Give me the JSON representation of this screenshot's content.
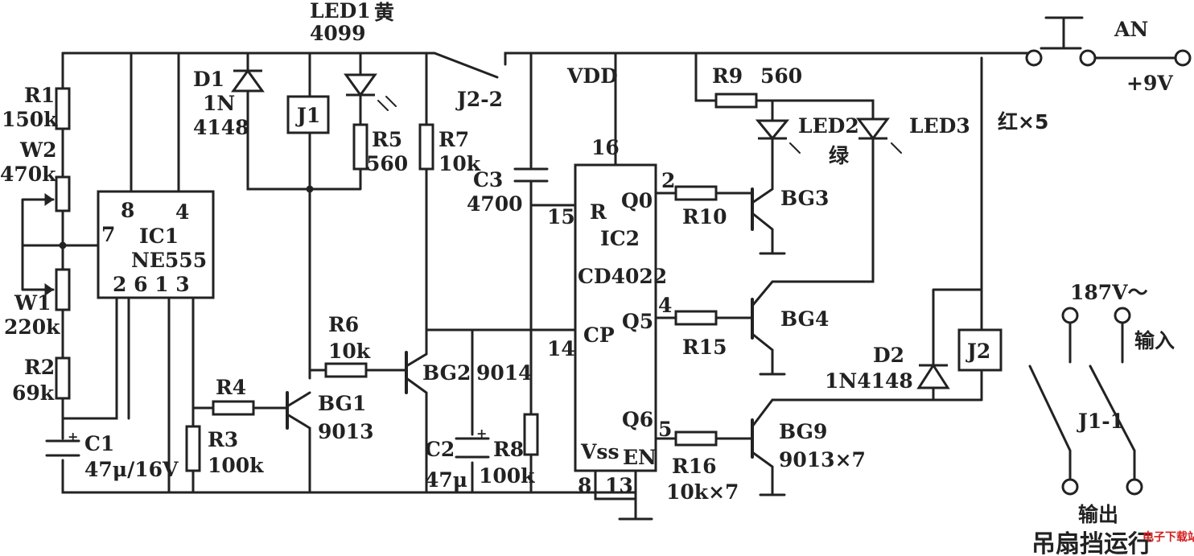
{
  "labels": {
    "led1": "LED1",
    "led1_color": "黄",
    "led1_part": "4099",
    "an": "AN",
    "vdd": "VDD",
    "r9": "R9",
    "r9_val": "560",
    "plus9v": "+9V",
    "d1": "D1",
    "d1_a": "1N",
    "d1_b": "4148",
    "j1": "J1",
    "j2_2": "J2-2",
    "r1": "R1",
    "r1_val": "150k",
    "w2": "W2",
    "w2_val": "470k",
    "r5": "R5",
    "r5_val": "560",
    "r7": "R7",
    "r7_val": "10k",
    "pin16": "16",
    "led2": "LED2",
    "led2_color": "绿",
    "led3": "LED3",
    "red5": "红×5",
    "c3": "C3",
    "c3_val": "4700",
    "pin8_ic1": "8",
    "pin4_ic1": "4",
    "pin7_ic1": "7",
    "ic1": "IC1",
    "ic1_part": "NE555",
    "ic1_bottom_pins": "2 6 1 3",
    "pin15": "15",
    "pin_r": "R",
    "q0": "Q0",
    "pin2_ic2": "2",
    "r10": "R10",
    "bg3": "BG3",
    "ic2": "IC2",
    "ic2_part": "CD4022",
    "w1": "W1",
    "w1_val": "220k",
    "r6": "R6",
    "r6_val": "10k",
    "bg2": "BG2",
    "bg2_part": "9014",
    "pin14": "14",
    "pin_cp": "CP",
    "q5": "Q5",
    "pin4_ic2": "4",
    "r15": "R15",
    "bg4": "BG4",
    "v187": "187V～",
    "input": "输入",
    "r2": "R2",
    "r2_val": "69k",
    "r4": "R4",
    "bg1": "BG1",
    "bg1_part": "9013",
    "d2": "D2",
    "d2_part": "1N4148",
    "j2": "J2",
    "q6": "Q6",
    "pin5_ic2": "5",
    "bg9": "BG9",
    "bg9_part": "9013×7",
    "r3": "R3",
    "r3_val": "100k",
    "c1": "C1",
    "c1_val": "47μ/16V",
    "c2": "C2",
    "c2_val": "47μ",
    "r8": "R8",
    "r8_val": "100k",
    "vss": "Vss",
    "en": "EN",
    "pin8_ic2": "8",
    "pin13_ic2": "13",
    "r16": "R16",
    "r16_val": "10k×7",
    "j1_1": "J1-1",
    "output": "输出",
    "caption": "吊扇挡运行",
    "watermark": "电子下载站"
  },
  "colors": {
    "ink": "#222222",
    "watermark_red": "#d42020"
  }
}
